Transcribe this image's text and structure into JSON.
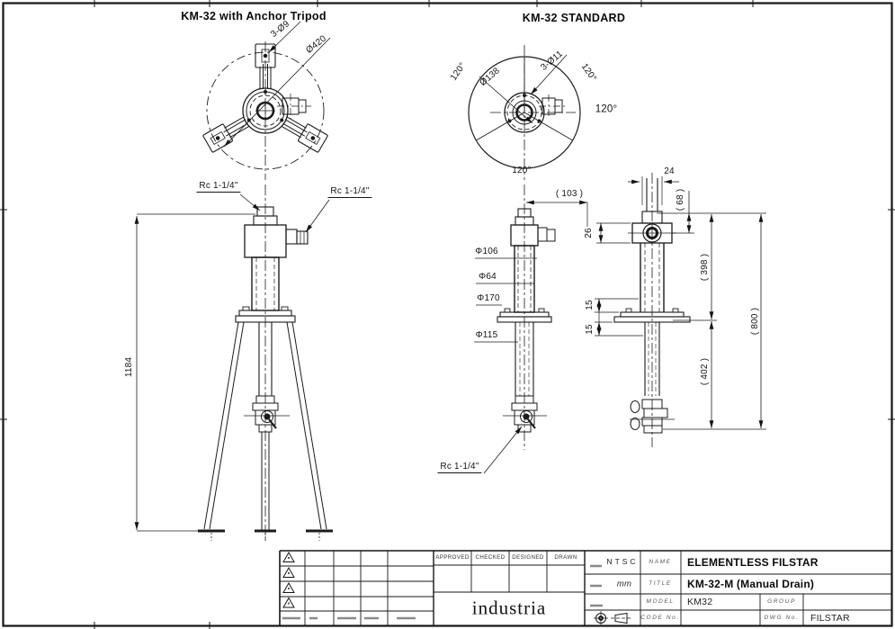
{
  "titles": {
    "left": "KM-32 with Anchor Tripod",
    "right": "KM-32 STANDARD"
  },
  "left_view": {
    "holes": "3-Ø9",
    "bolt_circle": "Ø420",
    "inlet": "Rc 1-1/4\"",
    "outlet": "Rc 1-1/4\"",
    "height": "1184"
  },
  "right_top_view": {
    "angle_top_left": "120°",
    "angle_top_right": "120°",
    "angle_right": "120°",
    "angle_bottom": "120°",
    "hub_dia": "Ø138",
    "holes": "3-Ø11"
  },
  "front_view": {
    "port_offset": "( 103 )",
    "dia_body": "Φ106",
    "dia_element": "Φ64",
    "dia_flange": "Φ170",
    "dia_lower": "Φ115",
    "drain": "Rc 1-1/4\""
  },
  "side_view": {
    "pipe_width": "24",
    "port_height": "( 68 )",
    "port_block": "26",
    "flange_upper": "15",
    "flange_lower": "15",
    "upper_length": "( 398 )",
    "lower_length": "( 402 )",
    "total_length": "( 800 )"
  },
  "title_block": {
    "approved": "APPROVED",
    "checked": "CHECKED",
    "designed": "DESIGNED",
    "drawn": "DRAWN",
    "company": "industria",
    "standard": "NTSC",
    "units": "mm",
    "name_label": "NAME",
    "name": "ELEMENTLESS FILSTAR",
    "title_label": "TITLE",
    "title": "KM-32-M (Manual Drain)",
    "model_label": "MODEL",
    "model": "KM32",
    "group_label": "GROUP",
    "code_label": "CODE No.",
    "dwg_label": "DWG No.",
    "dwg": "FILSTAR"
  }
}
